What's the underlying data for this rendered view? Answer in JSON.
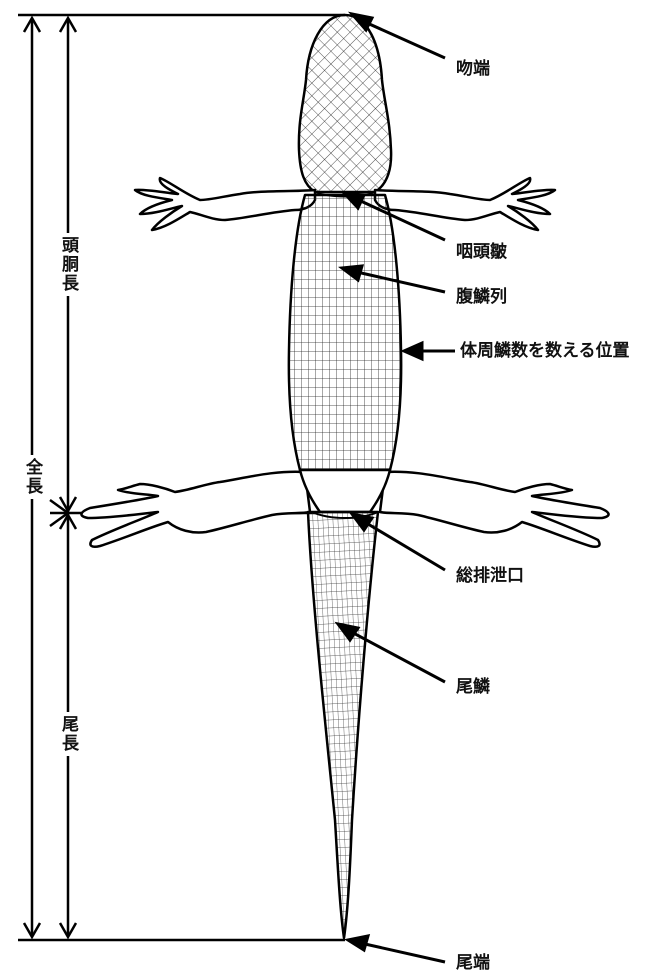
{
  "labels": {
    "snout_tip": "吻端",
    "gular_fold": "咽頭皺",
    "ventral_scale_rows": "腹鱗列",
    "midbody_count_position": "体周鱗数を数える位置",
    "vent": "総排泄口",
    "caudal_scales": "尾鱗",
    "tail_tip": "尾端"
  },
  "measures": {
    "snout_vent_length": "頭胴長",
    "total_length": "全長",
    "tail_length": "尾長"
  }
}
